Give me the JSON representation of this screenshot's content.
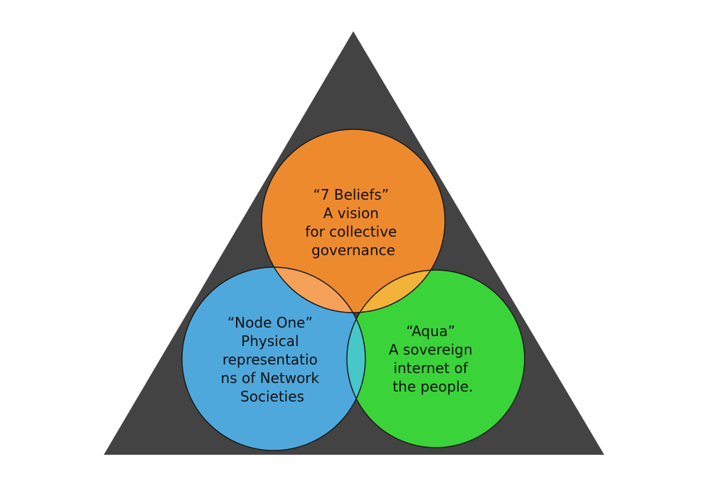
{
  "diagram": {
    "colors": {
      "triangle": "#434343",
      "top": "#ee8a2e",
      "left": "#4fa8dc",
      "right": "#3ad43a",
      "overlap_top_left": "#f5a15a",
      "overlap_top_right": "#f3b33a",
      "overlap_left_right": "#48c7c9",
      "outline": "#1a1a1a"
    },
    "circles": {
      "top": {
        "lines": [
          "“7 Beliefs”",
          "A vision",
          "for collective",
          "governance"
        ]
      },
      "left": {
        "lines": [
          "“Node One”",
          "Physical",
          "representatio",
          "ns of Network",
          "Societies"
        ]
      },
      "right": {
        "lines": [
          "“Aqua”",
          "A sovereign",
          "internet of",
          "the people."
        ]
      }
    }
  }
}
